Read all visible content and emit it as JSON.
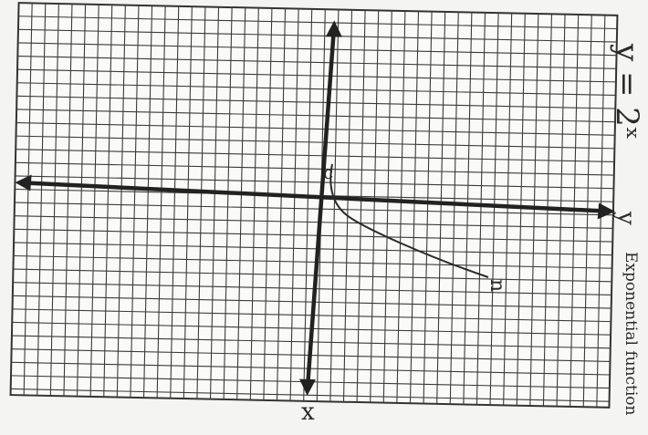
{
  "graph": {
    "axis_label_bottom": "x",
    "axis_label_right": "y",
    "equation": "y = 2ˣ",
    "function_type": "Exponential function",
    "curve_start_marker": "c",
    "curve_end_marker": "n",
    "ink_color": "#2a2a2a",
    "paper_color": "#f4f4f2"
  }
}
